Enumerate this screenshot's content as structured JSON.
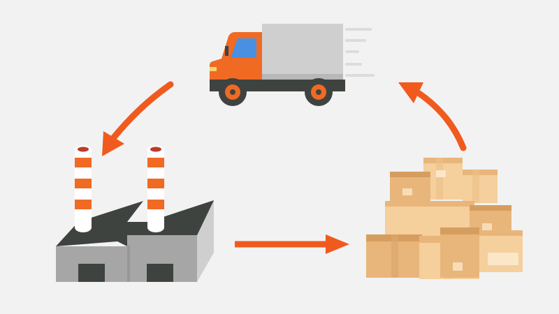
{
  "diagram": {
    "type": "cycle",
    "nodes": [
      {
        "id": "truck",
        "icon": "delivery-truck-icon"
      },
      {
        "id": "factory",
        "icon": "factory-icon"
      },
      {
        "id": "boxes",
        "icon": "cardboard-boxes-icon"
      }
    ],
    "edges": [
      {
        "from": "truck",
        "to": "factory"
      },
      {
        "from": "factory",
        "to": "boxes"
      },
      {
        "from": "boxes",
        "to": "truck"
      }
    ]
  },
  "colors": {
    "background": "#f2f2f2",
    "accent_orange": "#f05a1e",
    "factory_front": "#a6a6a6",
    "factory_side": "#cfcfcf",
    "factory_roof": "#3f4340",
    "truck_body": "#cfcfcf",
    "truck_cab": "#f06a24",
    "truck_window": "#4a90e2",
    "box_light": "#f5cf9c",
    "box_mid": "#e8b67a",
    "box_dark": "#d69e5e"
  }
}
